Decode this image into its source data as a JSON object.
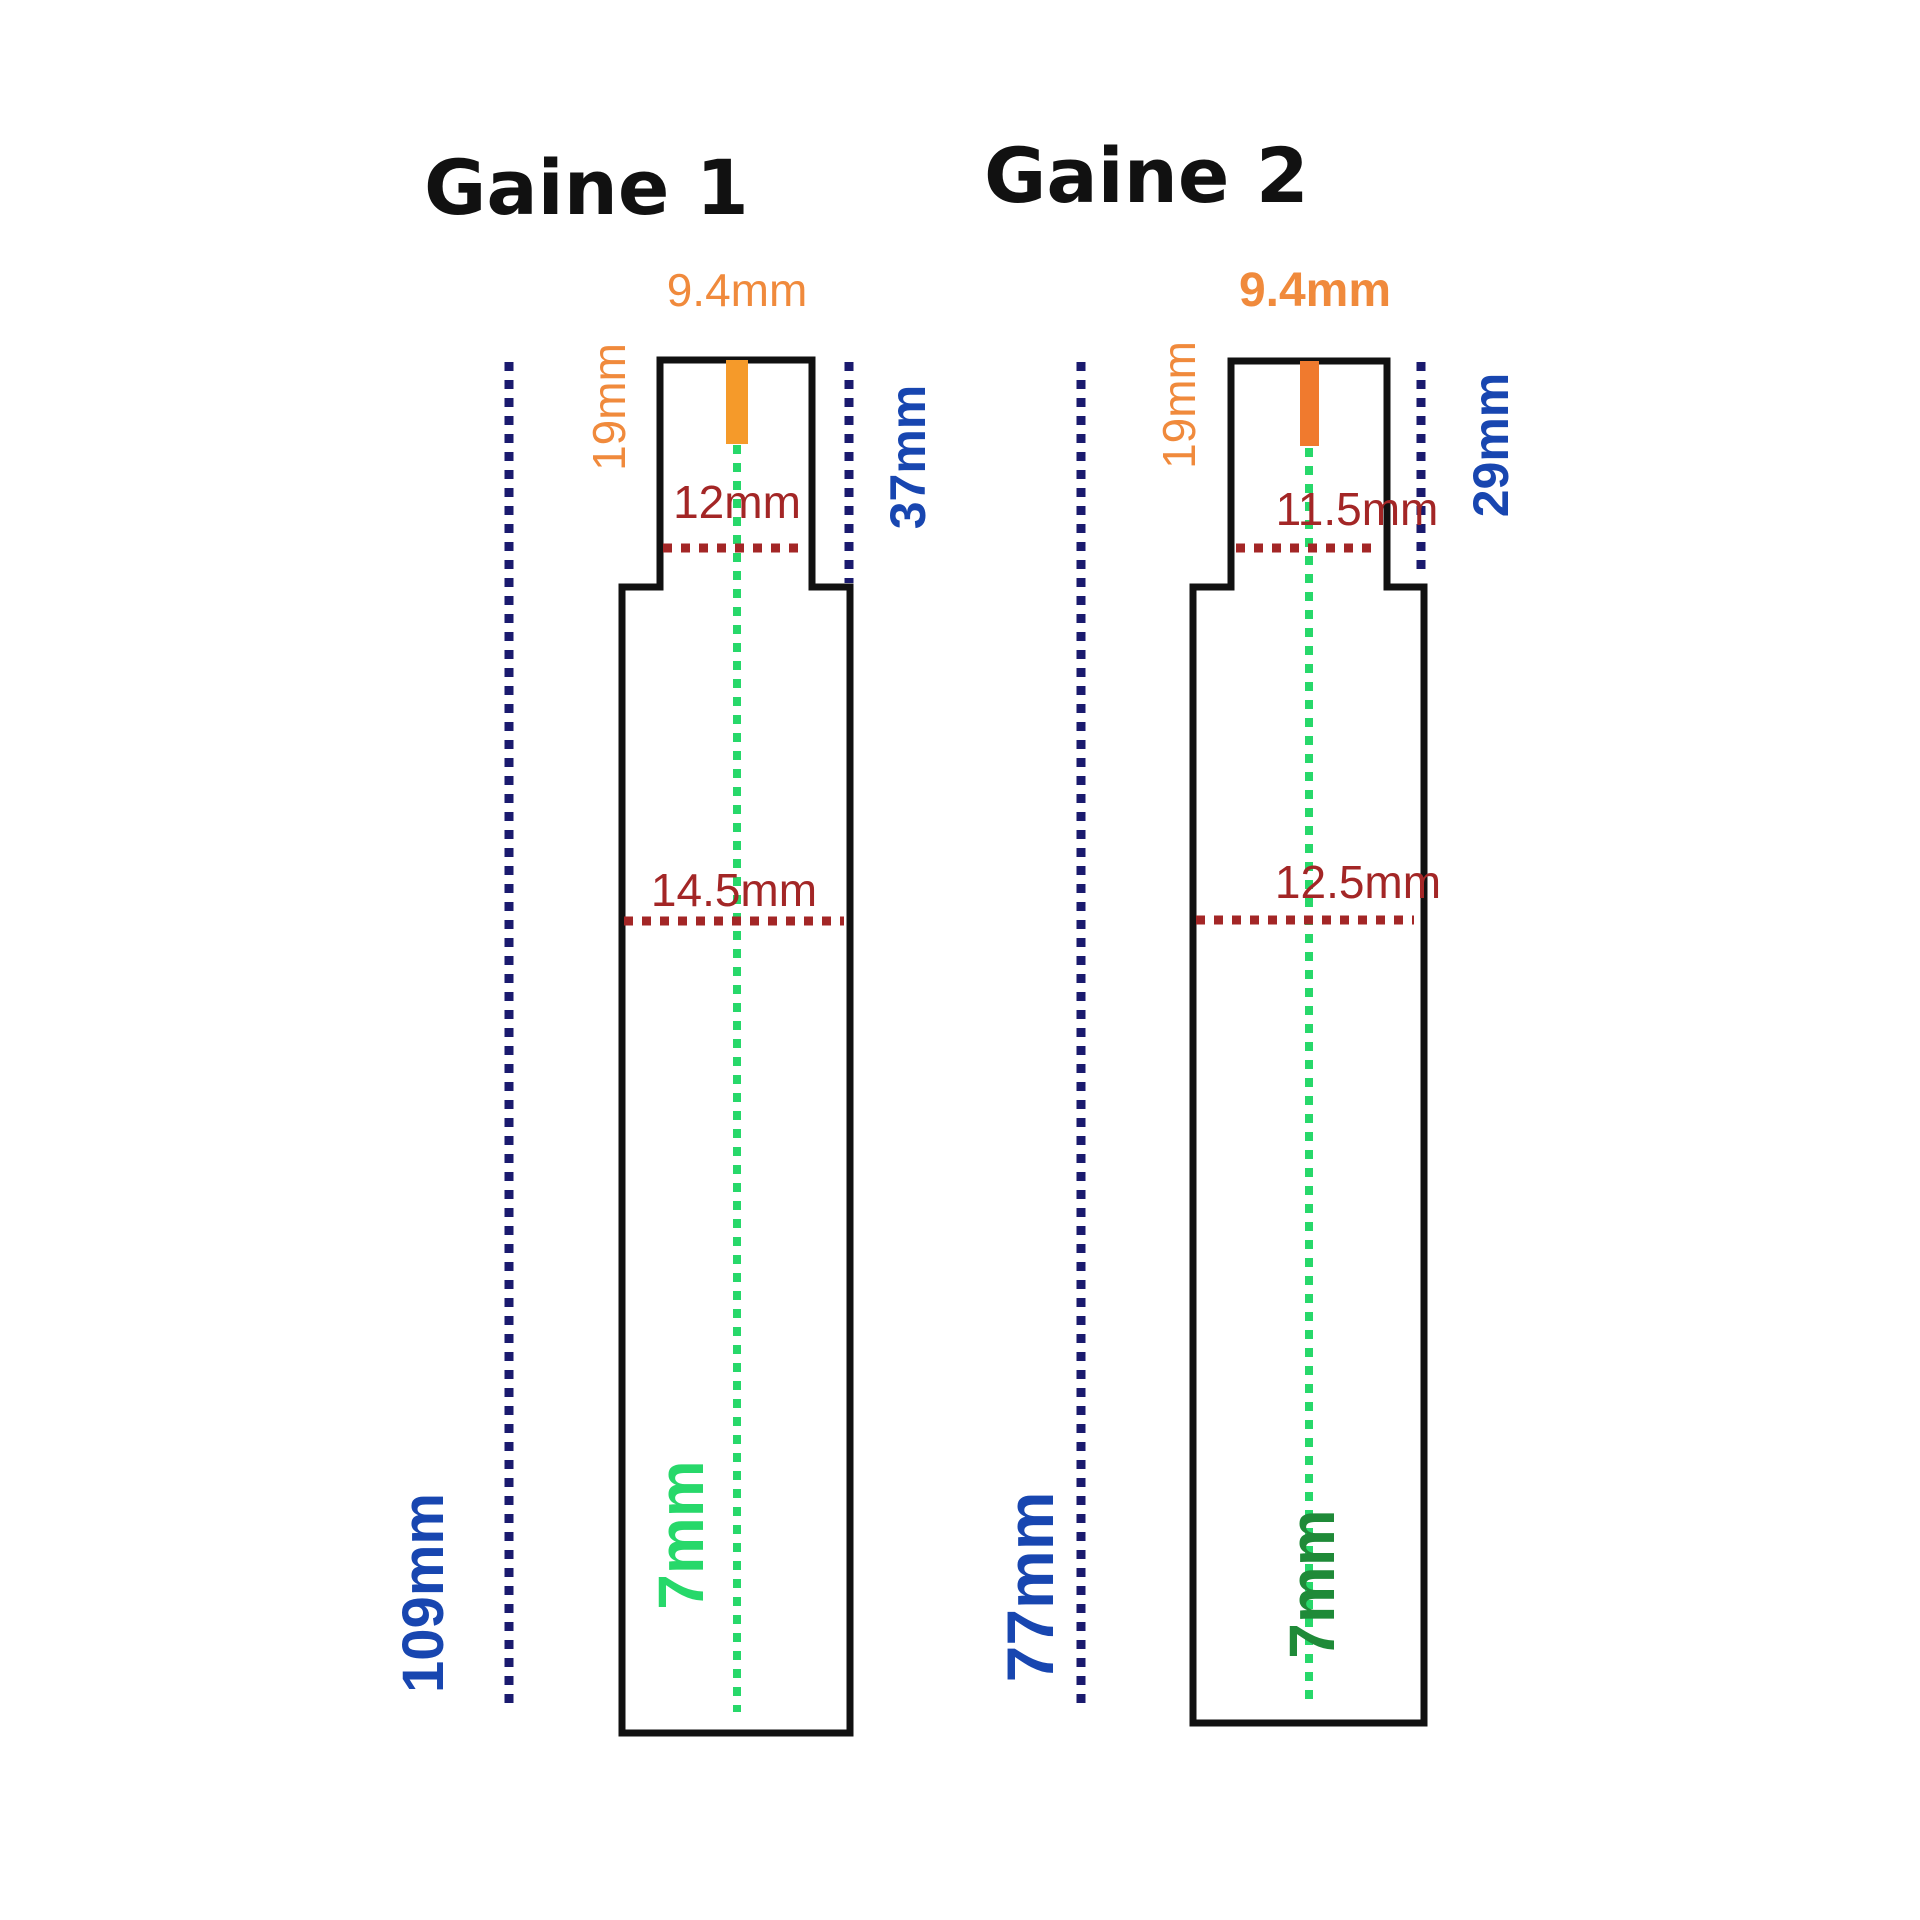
{
  "colors": {
    "outline": "#111111",
    "top_width": "#f08a3c",
    "diameter": "#a32626",
    "length": "#1846b0",
    "length_line": "#1a1a6e",
    "axis": "#27d86a",
    "axis_label_2": "#1f8a38"
  },
  "sheaths": [
    {
      "title": "Gaine 1",
      "top_width": "9.4mm",
      "top_height": "19mm",
      "neck_diameter": "12mm",
      "neck_length": "37mm",
      "body_diameter": "14.5mm",
      "total_length": "109mm",
      "axis_diameter": "7mm"
    },
    {
      "title": "Gaine 2",
      "top_width": "9.4mm",
      "top_height": "19mm",
      "neck_diameter": "11.5mm",
      "neck_length": "29mm",
      "body_diameter": "12.5mm",
      "total_length": "77mm",
      "axis_diameter": "7mm"
    }
  ]
}
